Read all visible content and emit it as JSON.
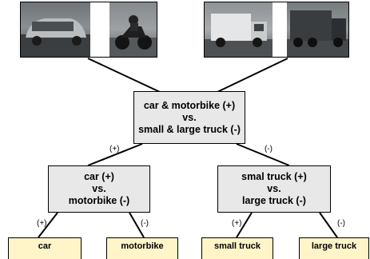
{
  "photos": {
    "left": {
      "scenes": [
        "car-photo",
        "motorbike-photo"
      ]
    },
    "right": {
      "scenes": [
        "small-truck-photo",
        "large-truck-photo"
      ]
    }
  },
  "root": {
    "line1": "car & motorbike (+)",
    "line2": "vs.",
    "line3": "small & large truck (-)"
  },
  "mid_left": {
    "line1": "car  (+)",
    "line2": "vs.",
    "line3": "motorbike (-)"
  },
  "mid_right": {
    "line1": "smal truck (+)",
    "line2": "vs.",
    "line3": "large truck (-)"
  },
  "signs": {
    "root_left": "(+)",
    "root_right": "(-)",
    "ml_left": "(+)",
    "ml_right": "(-)",
    "mr_left": "(+)",
    "mr_right": "(-)"
  },
  "leaves": {
    "car": "car",
    "motorbike": "motorbike",
    "small_truck": "small truck",
    "large_truck": "large truck"
  },
  "colors": {
    "node_fill": "#e8e8e8",
    "leaf_fill": "#fff5c8",
    "border": "#000000"
  }
}
